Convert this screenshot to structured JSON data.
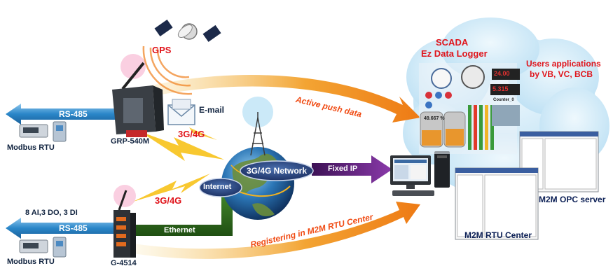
{
  "labels": {
    "gps": "GPS",
    "scada_line1": "SCADA",
    "scada_line2": "Ez Data Logger",
    "users_line1": "Users applications",
    "users_line2": "by VB, VC, BCB",
    "rs485_top": "RS-485",
    "rs485_bottom": "RS-485",
    "email": "E-mail",
    "g_top": "3G/4G",
    "g_bottom": "3G/4G",
    "active_push": "Active push data",
    "modbus_top": "Modbus RTU",
    "modbus_bottom": "Modbus RTU",
    "grp": "GRP-540M",
    "network": "3G/4G Network",
    "fixed_ip": "Fixed IP",
    "internet": "Internet",
    "io": "8 AI,3 DO, 3 DI",
    "ethernet": "Ethernet",
    "registering": "Registering in M2M RTU Center",
    "g4514": "G-4514",
    "m2m_opc": "M2M OPC server",
    "m2m_rtu": "M2M RTU Center",
    "gauge_reading": "49.667 %",
    "digit_display_1": "24.00",
    "digit_display_2": "5.315",
    "counter": "Counter_0"
  },
  "colors": {
    "rs485_arrow": "#2a86c8",
    "push_arrow": "#f08a1c",
    "network_arrow": "#6a2a86",
    "ethernet_bar": "#2d6e1c",
    "cloud": "#c7e6f6",
    "wireless_bolt": "#f7c21a"
  },
  "icons": [
    "satellite-icon",
    "router-icon",
    "email-envelope-icon",
    "globe-icon",
    "antenna-tower-icon",
    "computer-icon",
    "gateway-device-icon"
  ]
}
